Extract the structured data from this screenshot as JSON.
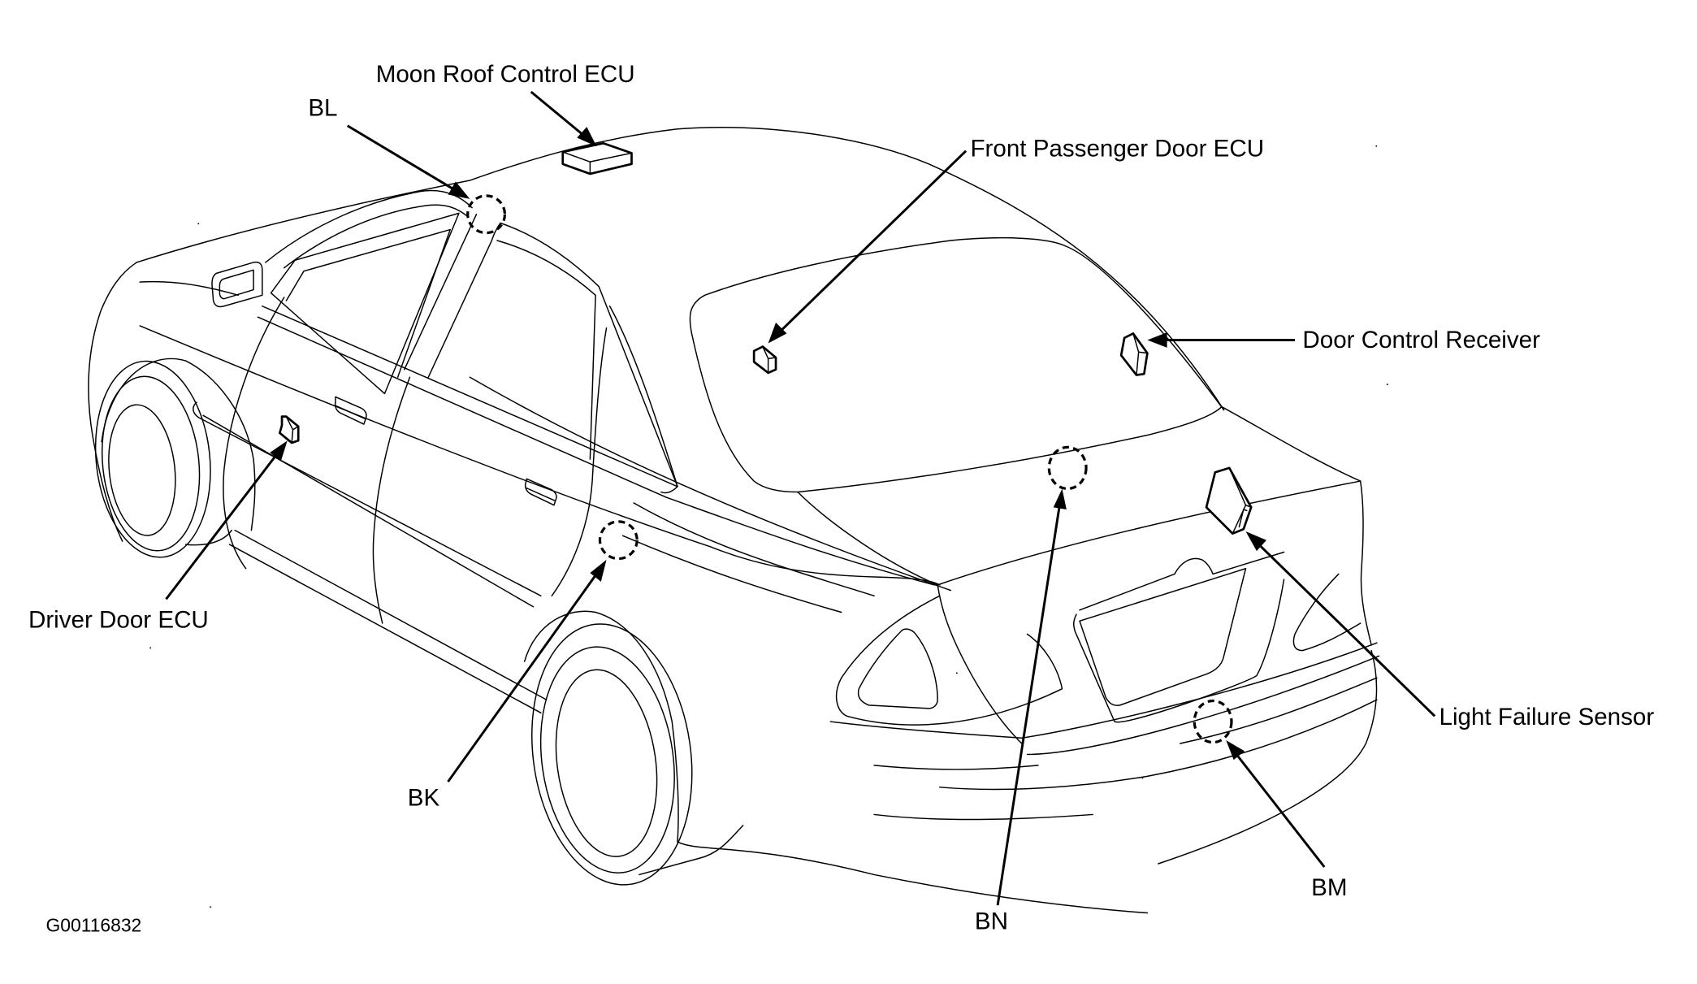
{
  "figure": {
    "id": "G00116832",
    "subject": "Sedan, rear three-quarter view, component locations",
    "line_color": "#000000",
    "background_color": "#ffffff"
  },
  "components": [
    {
      "key": "moon_roof_control_ecu",
      "label": "Moon Roof Control ECU",
      "marker": "part-box"
    },
    {
      "key": "front_passenger_door_ecu",
      "label": "Front Passenger Door ECU",
      "marker": "part-box"
    },
    {
      "key": "door_control_receiver",
      "label": "Door Control Receiver",
      "marker": "part-box"
    },
    {
      "key": "driver_door_ecu",
      "label": "Driver Door ECU",
      "marker": "part-box"
    },
    {
      "key": "light_failure_sensor",
      "label": "Light Failure Sensor",
      "marker": "part-box"
    }
  ],
  "connectors": [
    {
      "key": "bl",
      "label": "BL",
      "marker": "dashed-circle"
    },
    {
      "key": "bk",
      "label": "BK",
      "marker": "dashed-circle"
    },
    {
      "key": "bn",
      "label": "BN",
      "marker": "dashed-circle"
    },
    {
      "key": "bm",
      "label": "BM",
      "marker": "dashed-circle"
    }
  ]
}
